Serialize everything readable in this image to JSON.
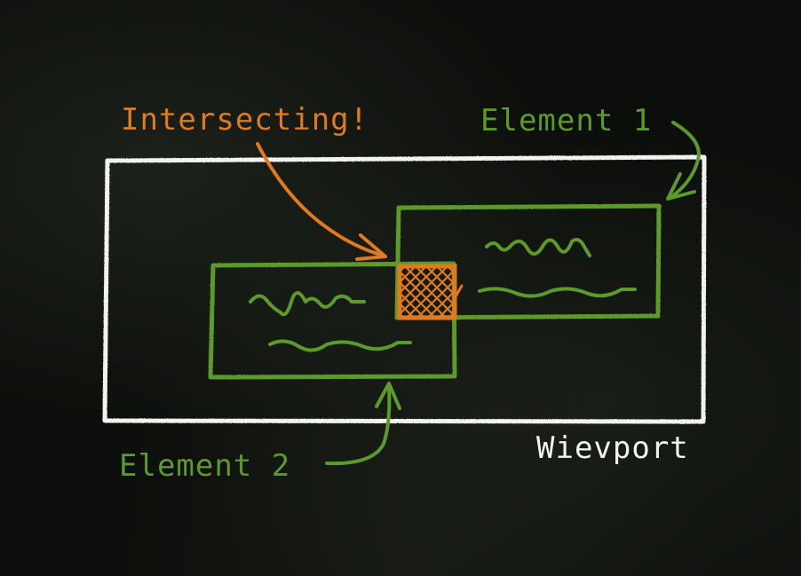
{
  "labels": {
    "intersecting": "Intersecting!",
    "element1": "Element 1",
    "element2": "Element 2",
    "viewport": "Wievport"
  },
  "colors": {
    "background": "#0c0e0b",
    "green": "#5c9a2c",
    "orange": "#e07a1f",
    "white": "#f2f2ee"
  }
}
